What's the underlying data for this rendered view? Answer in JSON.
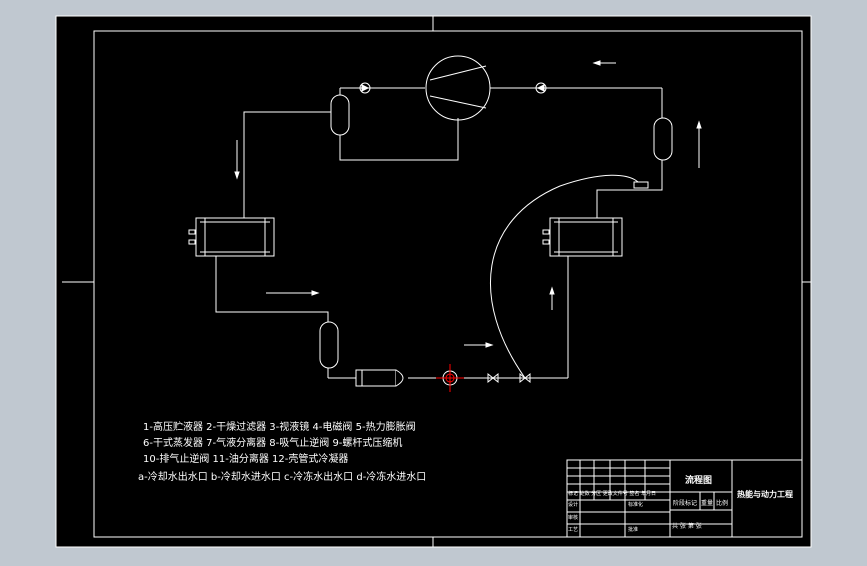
{
  "legend": {
    "line1": "1-高压贮液器 2-干燥过滤器 3-视液镜 4-电磁阀 5-热力膨胀阀",
    "line2": "6-干式蒸发器 7-气液分离器 8-吸气止逆阀 9-螺杆式压缩机",
    "line3": "10-排气止逆阀 11-油分离器 12-壳管式冷凝器",
    "line4": "a-冷却水出水口   b-冷却水进水口   c-冷冻水出水口   d-冷冻水进水口"
  },
  "title_block": {
    "drawing_title": "流程图",
    "organization": "热能与动力工程",
    "scale_label": "比例",
    "stage_label": "阶段标记",
    "weight_label": "重量",
    "sheet_info": "共 张 第 张",
    "row_designer": "设计",
    "row_reviewer": "审核",
    "row_process": "工艺",
    "row_approve": "批准",
    "row_standard": "标准化",
    "header_cols": "标记 处数 分区 更改文件号 签名 年月日"
  },
  "colors": {
    "background": "#000000",
    "frame_outer": "#c0c8d0",
    "line": "#ffffff",
    "marker": "#ff0000"
  }
}
